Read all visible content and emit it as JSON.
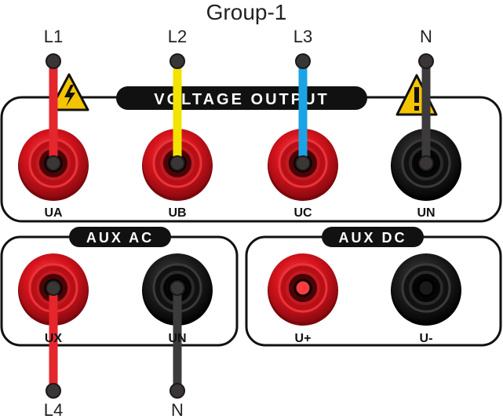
{
  "title": "Group-1",
  "voltage_output": {
    "label": "VOLTAGE OUTPUT",
    "wire_labels": [
      "L1",
      "L2",
      "L3",
      "N"
    ],
    "terminal_labels": [
      "UA",
      "UB",
      "UC",
      "UN"
    ],
    "wire_colors": [
      "#e5262d",
      "#f2e300",
      "#1ba3e6",
      "#3c3a3a"
    ],
    "terminal_colors": [
      "red",
      "red",
      "red",
      "black"
    ]
  },
  "aux_ac": {
    "label": "AUX AC",
    "wire_labels": [
      "L4",
      "N"
    ],
    "terminal_labels": [
      "UX",
      "UN"
    ],
    "wire_colors": [
      "#e5262d",
      "#3c3a3a"
    ],
    "terminal_colors": [
      "red",
      "black"
    ]
  },
  "aux_dc": {
    "label": "AUX DC",
    "terminal_labels": [
      "U+",
      "U-"
    ],
    "terminal_colors": [
      "red",
      "black"
    ]
  },
  "warning_icons": [
    "high-voltage-warning-icon",
    "caution-warning-icon"
  ],
  "colors": {
    "frame": "#111111",
    "jack_red": "#d9161f",
    "jack_black": "#1a1a1a"
  }
}
